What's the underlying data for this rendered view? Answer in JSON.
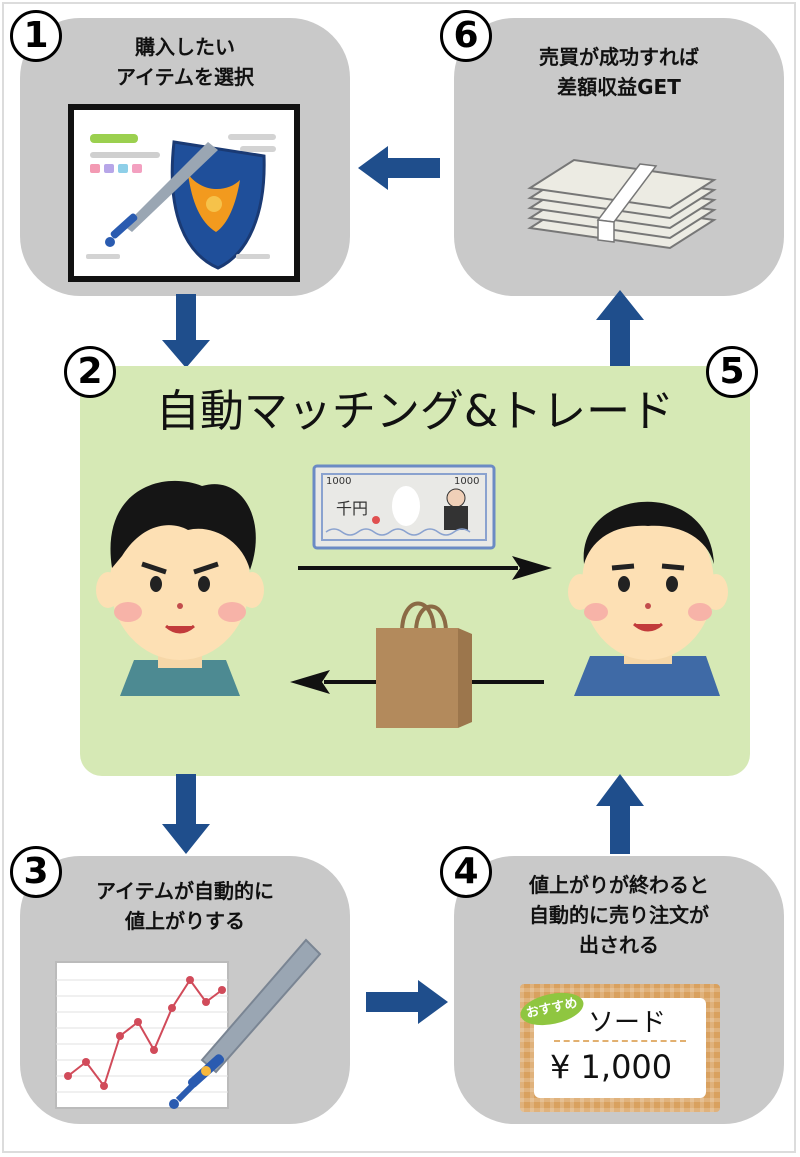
{
  "steps": [
    {
      "number": "1",
      "caption_line1": "購入したい",
      "caption_line2": "アイテムを選択"
    },
    {
      "number": "2"
    },
    {
      "number": "3",
      "caption_line1": "アイテムが自動的に",
      "caption_line2": "値上がりする"
    },
    {
      "number": "4",
      "caption_line1": "値上がりが終わると",
      "caption_line2": "自動的に売り注文が",
      "caption_line3": "出される"
    },
    {
      "number": "5"
    },
    {
      "number": "6",
      "caption_line1": "売買が成功すれば",
      "caption_line2": "差額収益GET"
    }
  ],
  "center": {
    "title": "自動マッチング&トレード"
  },
  "banknote": {
    "denomination": "1000",
    "label": "千円"
  },
  "price_tag": {
    "badge": "おすすめ",
    "item_name": "ソード",
    "price": "¥ 1,000"
  },
  "colors": {
    "arrow": "#1f4e8c",
    "card": "#c9c9c9",
    "center": "#d6e9b5"
  }
}
